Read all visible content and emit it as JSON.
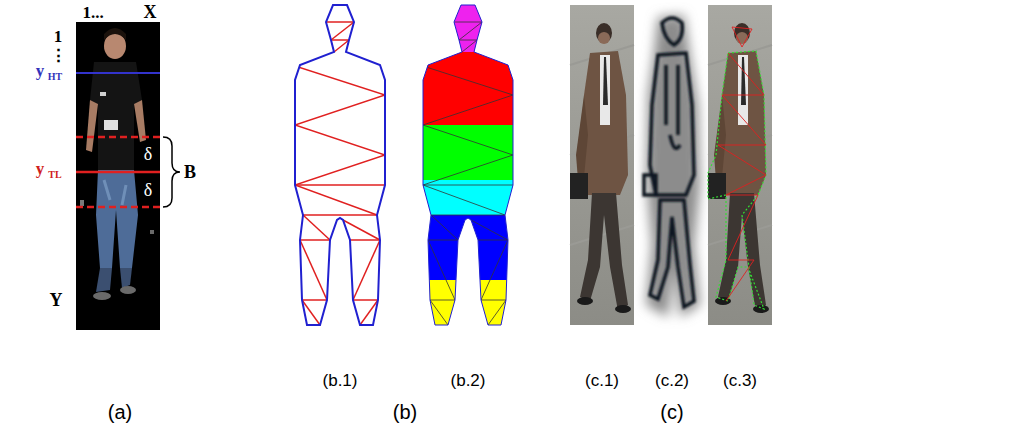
{
  "diagram": {
    "labels": [
      "1...",
      "X",
      "1",
      "⋮",
      "y",
      "HT",
      "y",
      "TL",
      "δ",
      "δ",
      "B",
      "Y",
      "(a)",
      "(b.1)",
      "(b.2)",
      "(b)",
      "(c.1)",
      "(c.2)",
      "(c.3)",
      "(c)"
    ]
  }
}
